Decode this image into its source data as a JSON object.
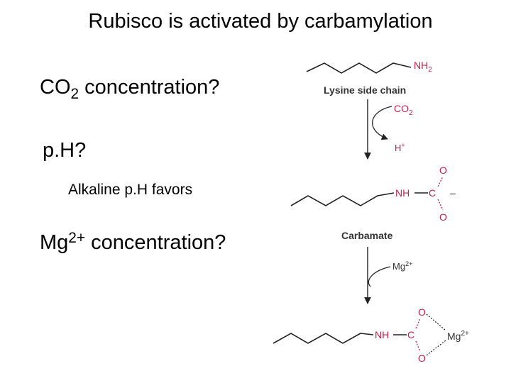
{
  "slide": {
    "title": "Rubisco is activated by carbamylation",
    "bullets": {
      "co2_main": "CO",
      "co2_sub": "2",
      "co2_rest": " concentration?",
      "ph": "p.H?",
      "alkaline": "Alkaline p.H favors",
      "mg_main": "Mg",
      "mg_sup": "2+",
      "mg_rest": " concentration?"
    }
  },
  "diagram": {
    "lysine": {
      "nh": "NH",
      "sub": "2",
      "label": "Lysine side chain"
    },
    "reagent_co2": {
      "main": "CO",
      "sub": "2"
    },
    "product_h": {
      "main": "H",
      "sup": "+"
    },
    "carbamate": {
      "nh": "NH",
      "c": "C",
      "o_top": "O",
      "o_bottom": "O",
      "minus": "–",
      "label": "Carbamate"
    },
    "reagent_mg": {
      "main": "Mg",
      "sup": "2+"
    },
    "complex": {
      "nh": "NH",
      "c": "C",
      "o_top": "O",
      "o_bottom": "O",
      "mg_main": "Mg",
      "mg_sup": "2+"
    },
    "colors": {
      "highlight": "#c0234b",
      "chain": "#222222",
      "label": "#333333"
    }
  }
}
